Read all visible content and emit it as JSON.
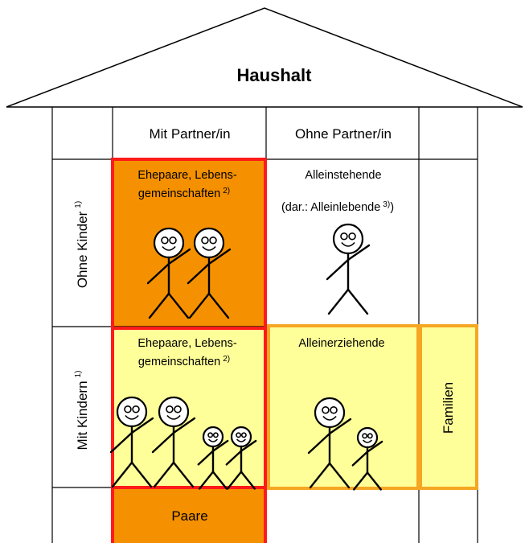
{
  "roof": {
    "title": "Haushalt"
  },
  "columns": {
    "with_partner": "Mit Partner/in",
    "without_partner": "Ohne Partner/in"
  },
  "rows": {
    "without_children": {
      "label": "Ohne Kinder",
      "footnote": "1)"
    },
    "with_children": {
      "label": "Mit Kindern",
      "footnote": "1)"
    }
  },
  "cells": {
    "couples_no_children": {
      "line1": "Ehepaare, Lebens-",
      "line2": "gemeinschaften",
      "footnote": "2)"
    },
    "singles": {
      "line1": "Alleinstehende",
      "line2": "(dar.: Alleinlebende",
      "footnote": "3)",
      "close": ")"
    },
    "couples_with_children": {
      "line1": "Ehepaare, Lebens-",
      "line2": "gemeinschaften",
      "footnote": "2)"
    },
    "single_parents": {
      "label": "Alleinerziehende"
    },
    "families": {
      "label": "Familien"
    },
    "couples": {
      "label": "Paare"
    }
  },
  "colors": {
    "dark_orange": "#f59100",
    "light_yellow": "#ffff99",
    "red_border": "#ff1a1a",
    "orange_border": "#f5a623"
  }
}
